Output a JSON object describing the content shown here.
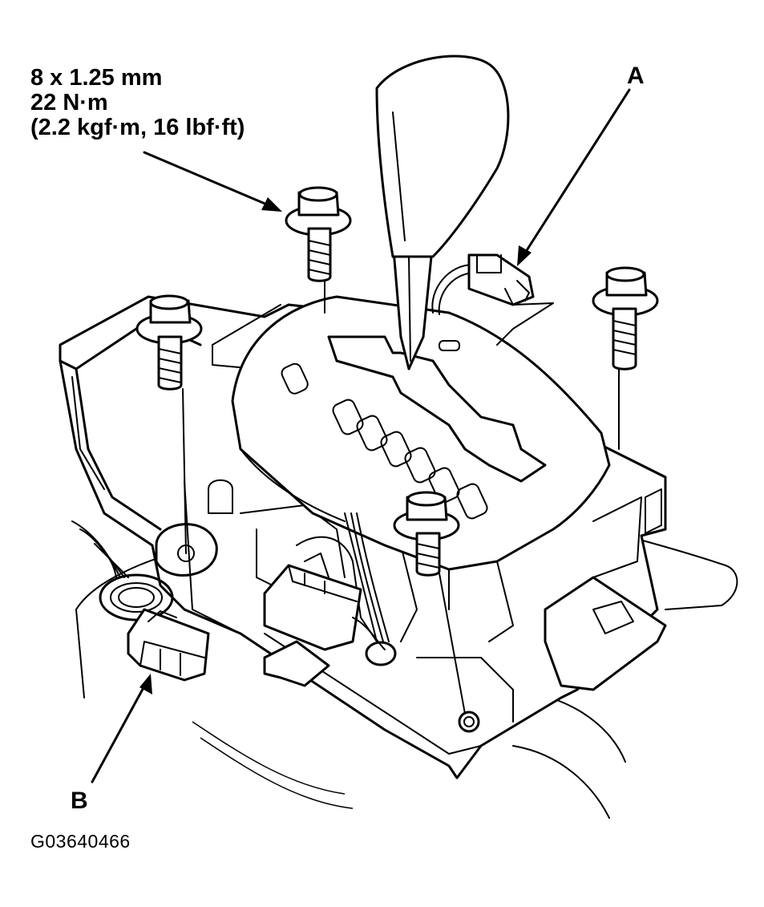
{
  "spec": {
    "line1": "8 x 1.25 mm",
    "line2": "22 N·m",
    "line3": "(2.2 kgf·m, 16 lbf·ft)"
  },
  "callouts": {
    "a": "A",
    "b": "B"
  },
  "figure_id": "G03640466"
}
